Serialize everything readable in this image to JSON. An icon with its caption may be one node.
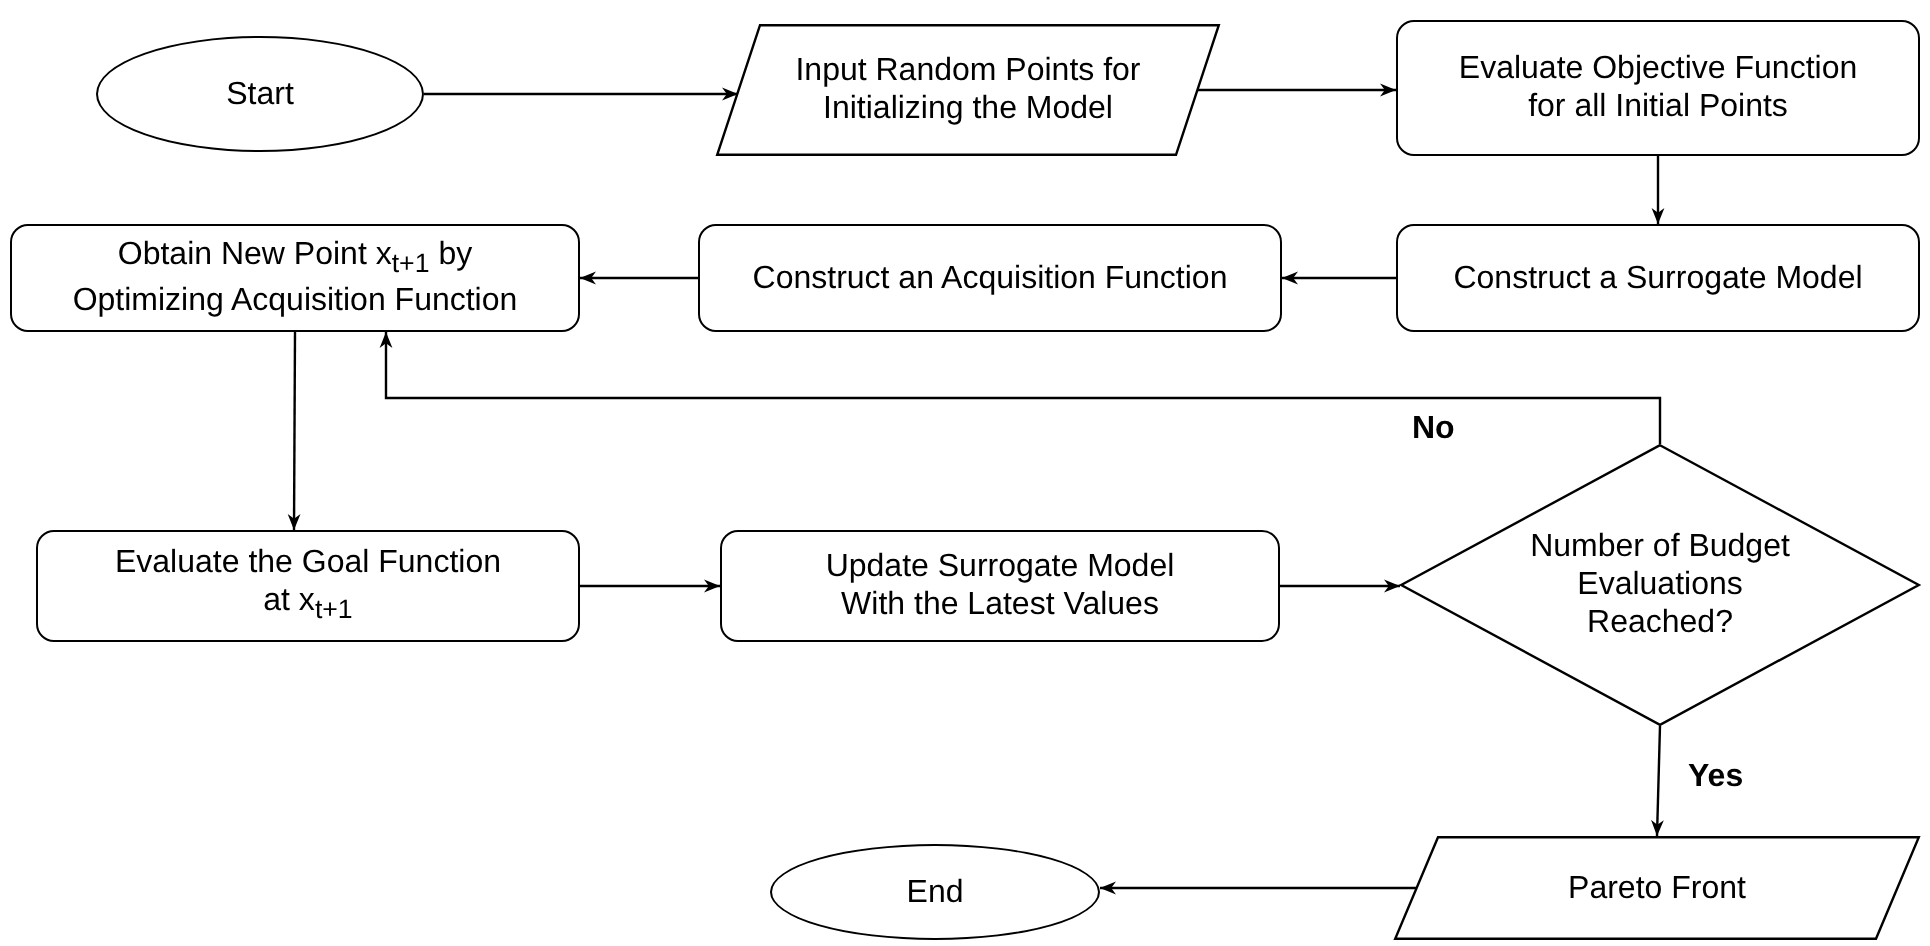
{
  "diagram": {
    "nodes": [
      {
        "text": [
          "Start"
        ]
      },
      {
        "text": [
          "Input Random Points for Initializing the Model"
        ]
      },
      {
        "text": [
          "Evaluate Objective Function for all Initial Points"
        ]
      },
      {
        "text": [
          "Construct a Surrogate Model"
        ]
      },
      {
        "text": [
          "Construct an Acquisition Function"
        ]
      },
      {
        "text": [
          "Obtain New Point x$_{t+1}$ by Optimizing Acquisition Function"
        ]
      },
      {
        "text": [
          "Evaluate the Goal Function at x$_{t+1}$"
        ]
      },
      {
        "text": [
          "Update Surrogate Model With the Latest Values"
        ]
      },
      {
        "text": [
          "Number of Budget Evaluations Reached?"
        ]
      },
      {
        "text": [
          "Pareto Front"
        ]
      },
      {
        "text": [
          "End"
        ]
      }
    ],
    "edges": [
      {
        "from": 0,
        "to": 1,
        "arrow": "to"
      },
      {
        "from": 1,
        "to": 2,
        "arrow": "to"
      },
      {
        "from": 2,
        "to": 3,
        "arrow": "to"
      },
      {
        "from": 3,
        "to": 4,
        "arrow": "to"
      },
      {
        "from": 4,
        "to": 5,
        "arrow": "to"
      },
      {
        "from": 5,
        "to": 6,
        "arrow": "to"
      },
      {
        "from": 6,
        "to": 7,
        "arrow": "to"
      },
      {
        "from": 7,
        "to": 8,
        "arrow": "to"
      },
      {
        "from": 8,
        "to": 5,
        "label": "No",
        "arrow": "to"
      },
      {
        "from": 8,
        "to": 9,
        "label": "Yes",
        "arrow": "to"
      },
      {
        "from": 9,
        "to": 10,
        "arrow": "to"
      }
    ]
  }
}
